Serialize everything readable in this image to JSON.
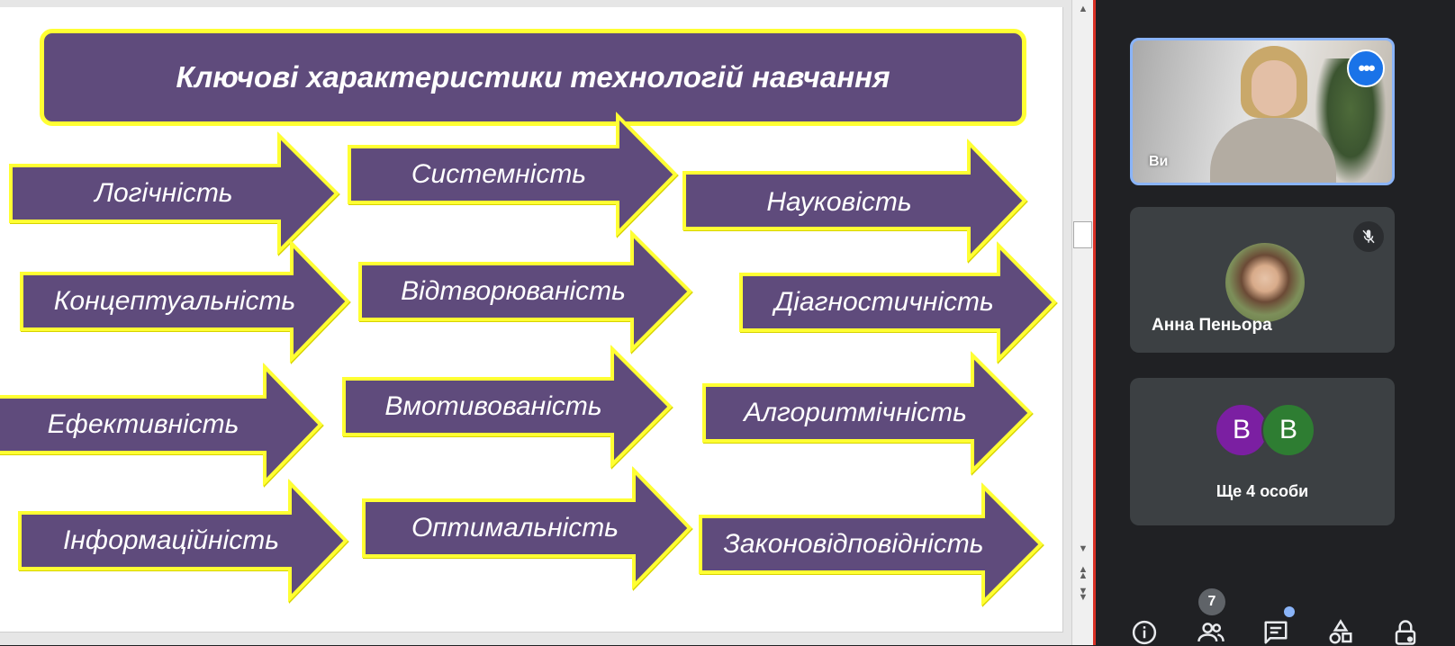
{
  "slide": {
    "title": "Ключові характеристики технологій навчання",
    "arrows": [
      {
        "label": "Логічність"
      },
      {
        "label": "Системність"
      },
      {
        "label": "Науковість"
      },
      {
        "label": "Концептуальність"
      },
      {
        "label": "Відтворюваність"
      },
      {
        "label": "Діагностичність"
      },
      {
        "label": "Ефективність"
      },
      {
        "label": "Вмотивованість"
      },
      {
        "label": "Алгоритмічність"
      },
      {
        "label": "Інформаційність"
      },
      {
        "label": "Оптимальність"
      },
      {
        "label": "Законовідповідність"
      }
    ],
    "colors": {
      "fill": "#5f4b7c",
      "border": "#ffff33",
      "text": "#ffffff"
    }
  },
  "participants": {
    "presenter": {
      "name_tag": "Ви"
    },
    "anna": {
      "name": "Анна Пеньора"
    },
    "others": {
      "avatars": [
        {
          "initial": "В",
          "color": "#7b1fa2"
        },
        {
          "initial": "В",
          "color": "#2e7d32"
        }
      ],
      "label": "Ще 4 особи"
    }
  },
  "controls": {
    "people_count": "7",
    "icons": [
      "info-icon",
      "people-icon",
      "chat-icon",
      "activities-icon",
      "host-controls-icon"
    ]
  },
  "theme": {
    "panel_bg": "#202124",
    "tile_bg": "#3c4043",
    "accent": "#1a73e8",
    "highlight": "#8ab4f8"
  }
}
